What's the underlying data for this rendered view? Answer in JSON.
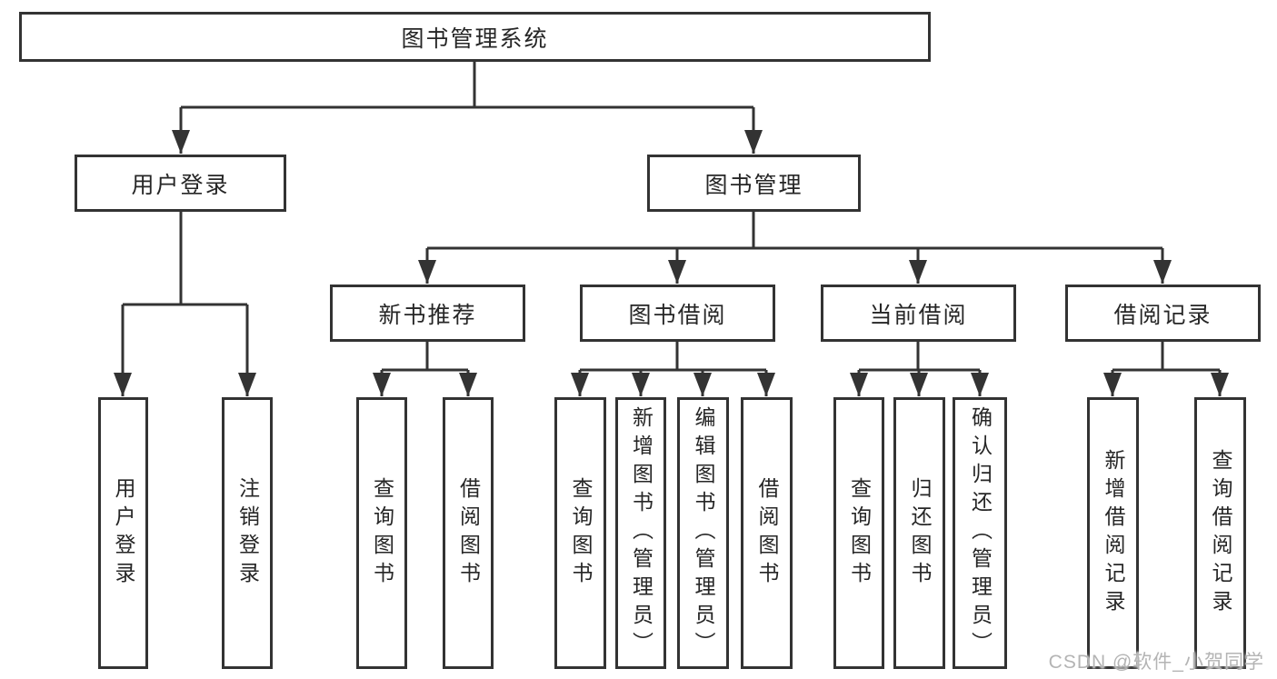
{
  "diagram": {
    "root": "图书管理系统",
    "level2": {
      "user_login": "用户登录",
      "book_mgmt": "图书管理"
    },
    "level3": {
      "new_book_rec": "新书推荐",
      "book_borrow": "图书借阅",
      "current_borrow": "当前借阅",
      "borrow_records": "借阅记录"
    },
    "leaves": {
      "user_login": [
        "用户登录",
        "注销登录"
      ],
      "new_book_rec": [
        "查询图书",
        "借阅图书"
      ],
      "book_borrow": [
        "查询图书",
        "新增图书（管理员）",
        "编辑图书（管理员）",
        "借阅图书"
      ],
      "current_borrow": [
        "查询图书",
        "归还图书",
        "确认归还（管理员）"
      ],
      "borrow_records": [
        "新增借阅记录",
        "查询借阅记录"
      ]
    }
  },
  "watermark": "CSDN @软件_小贺同学",
  "colors": {
    "line": "#333333",
    "border": "#333333",
    "text": "#262626",
    "watermark": "#b4b4b4",
    "background": "#ffffff"
  }
}
